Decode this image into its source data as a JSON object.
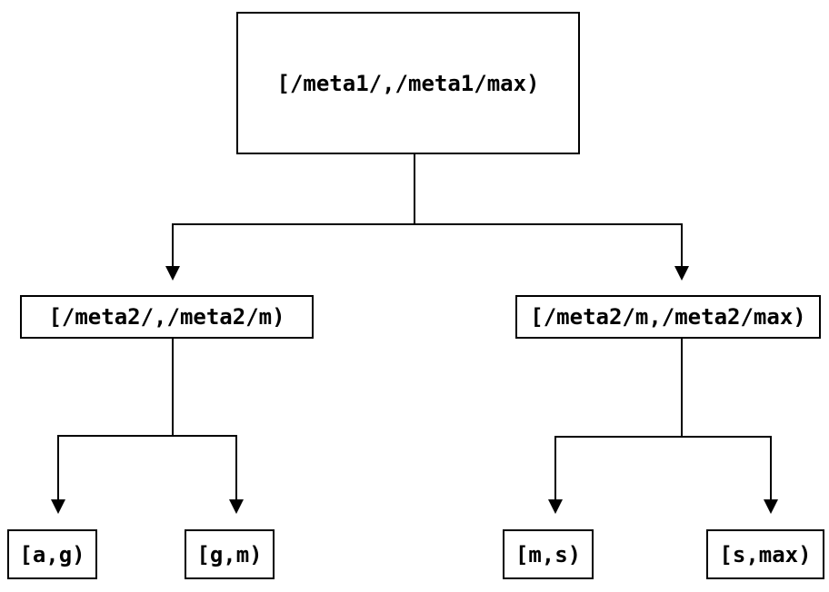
{
  "diagram": {
    "type": "tree",
    "colors": {
      "line": "#000000",
      "text": "#000000",
      "background": "#ffffff"
    },
    "root": {
      "label": "[/meta1/,/meta1/max)"
    },
    "level2": [
      {
        "label": "[/meta2/,/meta2/m)",
        "parent": "root"
      },
      {
        "label": "[/meta2/m,/meta2/max)",
        "parent": "root"
      }
    ],
    "leaves": [
      {
        "label": "[a,g)",
        "parent": "[/meta2/,/meta2/m)"
      },
      {
        "label": "[g,m)",
        "parent": "[/meta2/,/meta2/m)"
      },
      {
        "label": "[m,s)",
        "parent": "[/meta2/m,/meta2/max)"
      },
      {
        "label": "[s,max)",
        "parent": "[/meta2/m,/meta2/max)"
      }
    ]
  }
}
